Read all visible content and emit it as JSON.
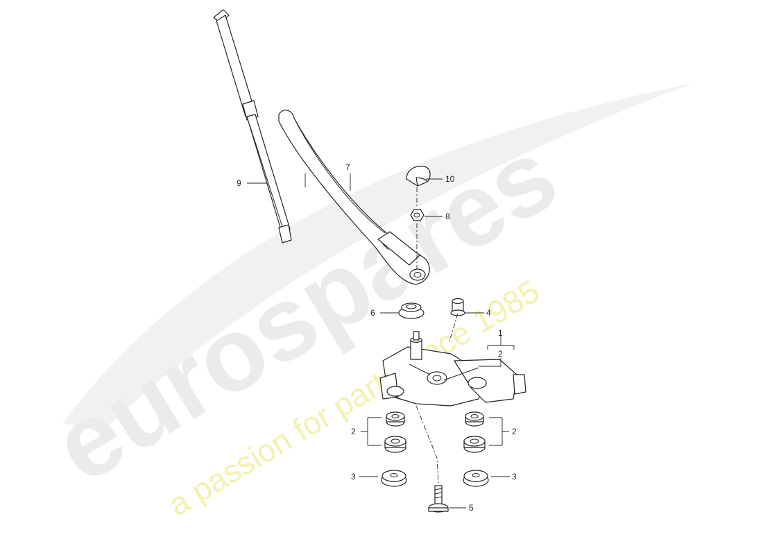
{
  "watermark": {
    "brand": "eurospares",
    "tagline": "a passion for parts since 1985",
    "brand_color": "#e9e9e9",
    "tagline_color": "#f4f1b0"
  },
  "callouts": {
    "c1": "1",
    "c2_motor": "2",
    "c2_left": "2",
    "c2_right": "2",
    "c3_left": "3",
    "c3_right": "3",
    "c4": "4",
    "c5": "5",
    "c6": "6",
    "c7": "7",
    "c8": "8",
    "c9": "9",
    "c10": "10"
  }
}
